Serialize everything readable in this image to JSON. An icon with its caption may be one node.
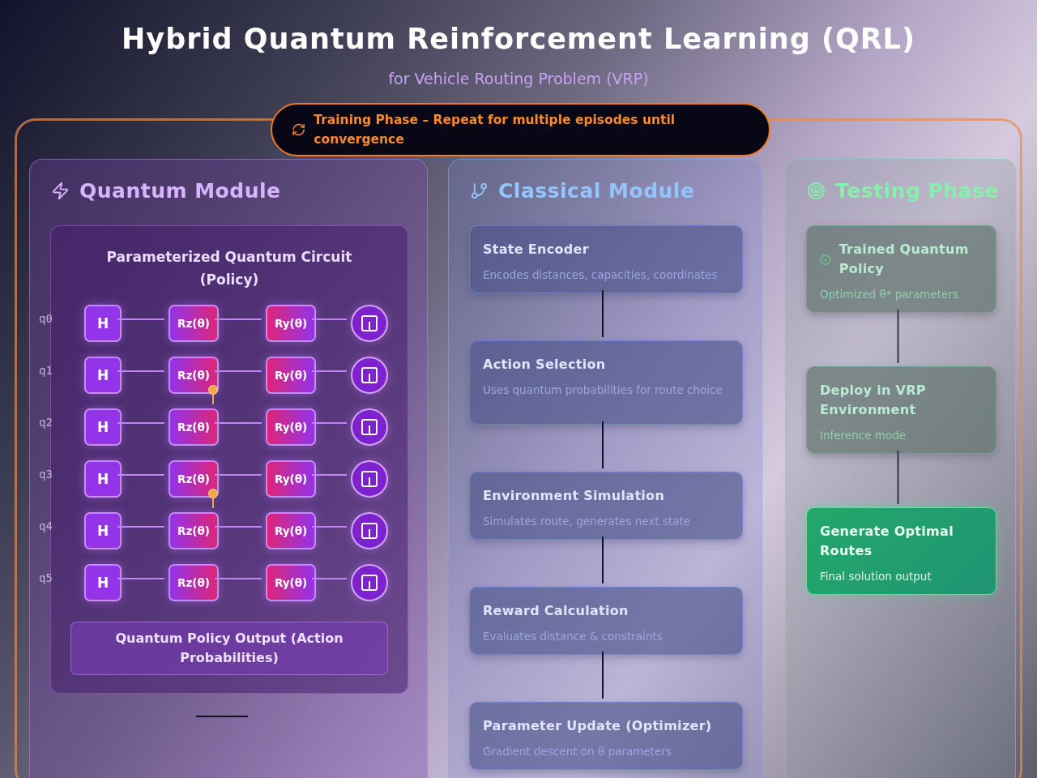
{
  "diagram": {
    "title": "Hybrid Quantum Reinforcement Learning (QRL)",
    "nodes": [
      {
        "text": [
          "Training Phase – Repeat for multiple episodes until convergence"
        ]
      },
      {
        "text": [
          "Quantum Module"
        ],
        "in": 0
      },
      {
        "text": [
          "Parameterized Quantum Circuit (Policy)"
        ],
        "in": 1
      },
      {
        "text": [
          "H"
        ],
        "in": 2
      },
      {
        "text": [
          "Rz(θ)"
        ],
        "in": 2
      },
      {
        "text": [
          "Ry(θ)"
        ],
        "in": 2
      },
      {
        "text": [],
        "shape": "circle",
        "in": 2
      },
      {
        "text": [
          "H"
        ],
        "in": 2
      },
      {
        "text": [
          "Rz(θ)"
        ],
        "in": 2
      },
      {
        "text": [
          "Ry(θ)"
        ],
        "in": 2
      },
      {
        "text": [],
        "shape": "circle",
        "in": 2
      },
      {
        "text": [
          "H"
        ],
        "in": 2
      },
      {
        "text": [
          "Rz(θ)"
        ],
        "in": 2
      },
      {
        "text": [
          "Ry(θ)"
        ],
        "in": 2
      },
      {
        "text": [],
        "shape": "circle",
        "in": 2
      },
      {
        "text": [
          "H"
        ],
        "in": 2
      },
      {
        "text": [
          "Rz(θ)"
        ],
        "in": 2
      },
      {
        "text": [
          "Ry(θ)"
        ],
        "in": 2
      },
      {
        "text": [],
        "shape": "circle",
        "in": 2
      },
      {
        "text": [
          "H"
        ],
        "in": 2
      },
      {
        "text": [
          "Rz(θ)"
        ],
        "in": 2
      },
      {
        "text": [
          "Ry(θ)"
        ],
        "in": 2
      },
      {
        "text": [],
        "shape": "circle",
        "in": 2
      },
      {
        "text": [
          "H"
        ],
        "in": 2
      },
      {
        "text": [
          "Rz(θ)"
        ],
        "in": 2
      },
      {
        "text": [
          "Ry(θ)"
        ],
        "in": 2
      },
      {
        "text": [],
        "shape": "circle",
        "in": 2
      },
      {
        "text": [
          "Quantum Policy Output (Action Probabilities)"
        ],
        "in": 2
      },
      {
        "text": [
          "Classical Module"
        ],
        "in": 0
      },
      {
        "text": [
          "State Encoder",
          "Encodes distances, capacities, coordinates"
        ],
        "in": 28
      },
      {
        "text": [
          "Action Selection",
          "Uses quantum probabilities for route choice"
        ],
        "in": 28
      },
      {
        "text": [
          "Environment Simulation",
          "Simulates route, generates next state"
        ],
        "in": 28
      },
      {
        "text": [
          "Reward Calculation",
          "Evaluates distance & constraints"
        ],
        "in": 28
      },
      {
        "text": [
          "Parameter Update (Optimizer)",
          "Gradient descent on θ parameters"
        ],
        "in": 28
      },
      {
        "text": [
          "Testing Phase"
        ],
        "in": 0
      },
      {
        "text": [
          "Trained Quantum Policy",
          "Optimized θ* parameters"
        ],
        "in": 34
      },
      {
        "text": [
          "Deploy in VRP Environment",
          "Inference mode"
        ],
        "in": 34
      },
      {
        "text": [
          "Generate Optimal Routes",
          "Final solution output"
        ],
        "in": 34
      }
    ],
    "edges": [
      {
        "from": 3,
        "to": 4,
        "arrow": "none"
      },
      {
        "from": 4,
        "to": 5,
        "arrow": "none"
      },
      {
        "from": 5,
        "to": 6,
        "arrow": "none"
      },
      {
        "from": 7,
        "to": 8,
        "arrow": "none"
      },
      {
        "from": 8,
        "to": 9,
        "arrow": "none"
      },
      {
        "from": 9,
        "to": 10,
        "arrow": "none"
      },
      {
        "from": 11,
        "to": 12,
        "arrow": "none"
      },
      {
        "from": 12,
        "to": 13,
        "arrow": "none"
      },
      {
        "from": 13,
        "to": 14,
        "arrow": "none"
      },
      {
        "from": 15,
        "to": 16,
        "arrow": "none"
      },
      {
        "from": 16,
        "to": 17,
        "arrow": "none"
      },
      {
        "from": 17,
        "to": 18,
        "arrow": "none"
      },
      {
        "from": 19,
        "to": 20,
        "arrow": "none"
      },
      {
        "from": 20,
        "to": 21,
        "arrow": "none"
      },
      {
        "from": 21,
        "to": 22,
        "arrow": "none"
      },
      {
        "from": 23,
        "to": 24,
        "arrow": "none"
      },
      {
        "from": 24,
        "to": 25,
        "arrow": "none"
      },
      {
        "from": 25,
        "to": 26,
        "arrow": "none"
      },
      {
        "from": 8,
        "to": 12,
        "arrow": "other",
        "color": "#f5a742"
      },
      {
        "from": 16,
        "to": 20,
        "arrow": "other",
        "color": "#f5a742"
      },
      {
        "from": 29,
        "to": 30,
        "arrow": "none",
        "color": "#111122"
      },
      {
        "from": 30,
        "to": 31,
        "arrow": "none",
        "color": "#111122"
      },
      {
        "from": 31,
        "to": 32,
        "arrow": "none",
        "color": "#111122"
      },
      {
        "from": 32,
        "to": 33,
        "arrow": "none",
        "color": "#111122"
      },
      {
        "from": 35,
        "to": 36,
        "arrow": "none",
        "color": "#33334a"
      },
      {
        "from": 36,
        "to": 37,
        "arrow": "none",
        "color": "#33334a"
      }
    ],
    "labels": [
      "for Vehicle Routing Problem (VRP)",
      "q0",
      "q1",
      "q2",
      "q3",
      "q4",
      "q5"
    ]
  }
}
